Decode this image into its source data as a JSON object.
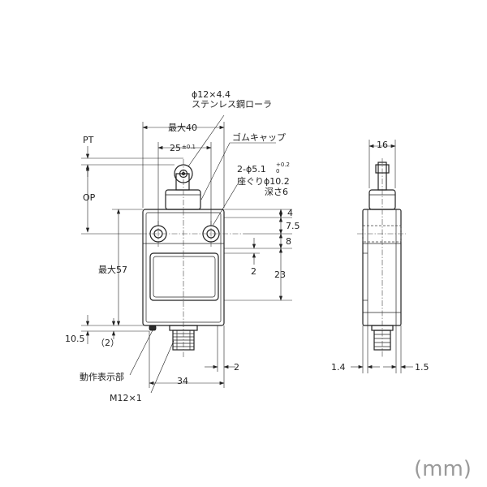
{
  "labels": {
    "roller_dim": "ϕ12×4.4",
    "roller_material": "ステンレス鋼ローラ",
    "max40": "最大40",
    "dim25": "25",
    "tol_pm01": "±0.1",
    "pt": "PT",
    "op": "OP",
    "rubber_cap": "ゴムキャップ",
    "hole_a": "2-ϕ5.1",
    "hole_tol_plus": "+0.2",
    "hole_tol_zero": "0",
    "counterbore": "座ぐりϕ10.2",
    "depth6": "深さ6",
    "dim4": "4",
    "dim7_5": "7.5",
    "dim8": "8",
    "dim2_mid": "2",
    "dim23": "23",
    "max57": "最大57",
    "dim10_5": "10.5",
    "dim2_paren": "（2）",
    "indicator": "動作表示部",
    "dim34": "34",
    "dim2_right": "2",
    "m12": "M12×1",
    "dim16": "16",
    "dim1_4": "1.4",
    "dim1_5": "1.5",
    "unit": "(mm)"
  }
}
